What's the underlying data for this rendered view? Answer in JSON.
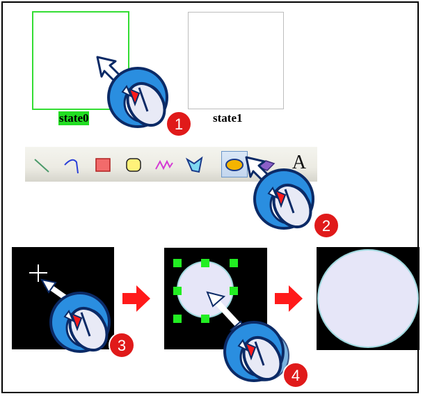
{
  "states": [
    {
      "label": "state0",
      "selected": true
    },
    {
      "label": "state1",
      "selected": false
    }
  ],
  "colors": {
    "selection_green": "#33dd33",
    "label_highlight": "#22dd22",
    "circle_fill": "#e6e6f8",
    "circle_stroke": "#9fd8de",
    "arrow_red": "#ff1a1a",
    "mouse_blue": "#2a8ee0",
    "badge_red": "#e01a1a"
  },
  "toolbar": {
    "tools": [
      {
        "icon": "line-icon"
      },
      {
        "icon": "arc-icon"
      },
      {
        "icon": "rectangle-icon"
      },
      {
        "icon": "rounded-rect-icon"
      },
      {
        "icon": "polyline-icon"
      },
      {
        "icon": "polygon-icon"
      },
      {
        "icon": "ellipse-icon",
        "selected": true
      },
      {
        "icon": "fill-shape-icon"
      },
      {
        "icon": "text-icon",
        "glyph": "A"
      }
    ]
  },
  "steps": [
    {
      "number": "1"
    },
    {
      "number": "2"
    },
    {
      "number": "3"
    },
    {
      "number": "4"
    }
  ]
}
